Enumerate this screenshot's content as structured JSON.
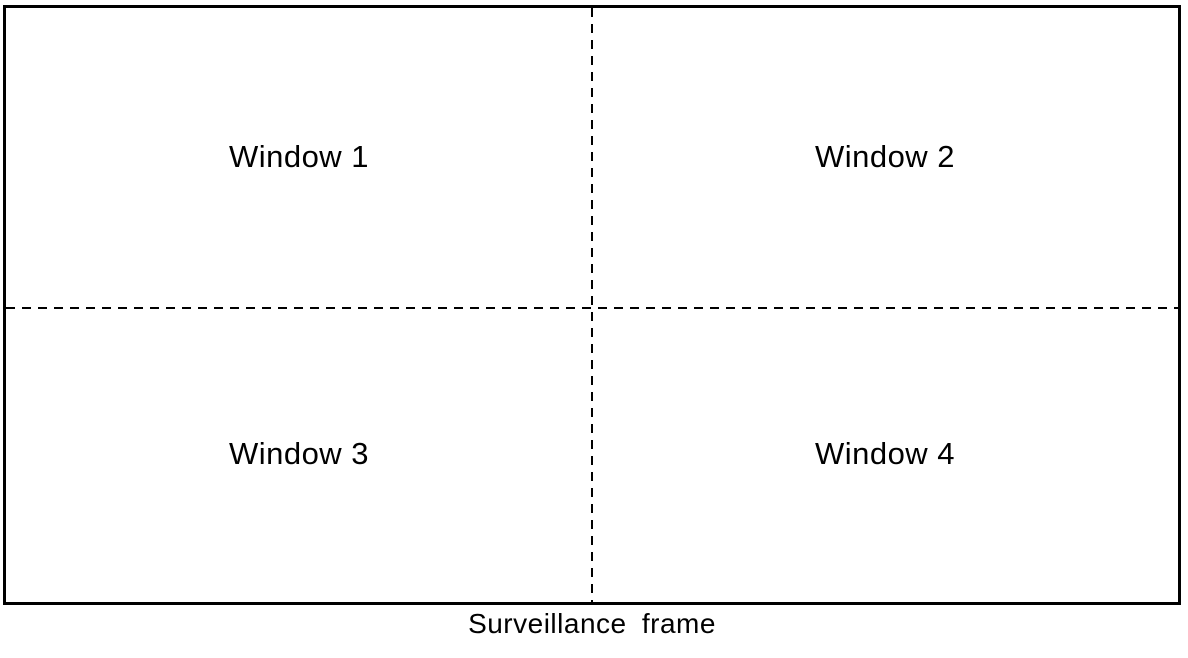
{
  "frame": {
    "caption": "Surveillance frame",
    "windows": [
      {
        "label": "Window 1"
      },
      {
        "label": "Window 2"
      },
      {
        "label": "Window 3"
      },
      {
        "label": "Window 4"
      }
    ],
    "divider": {
      "dash_pattern": "9 7",
      "stroke_width": "2"
    },
    "colors": {
      "border": "#000000",
      "background": "#ffffff",
      "text": "#000000",
      "divider_stroke": "#000000"
    }
  }
}
